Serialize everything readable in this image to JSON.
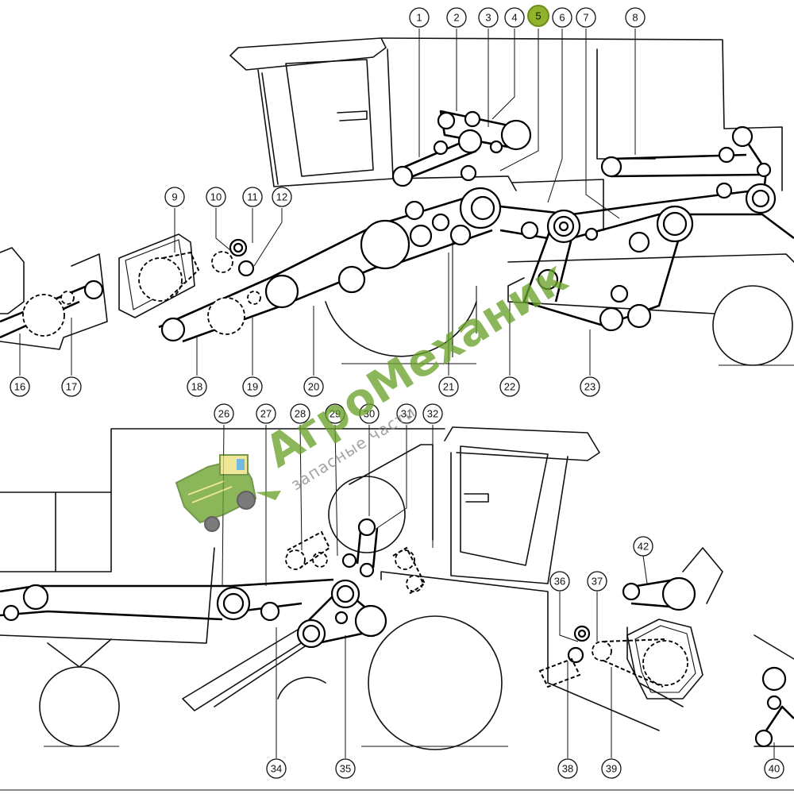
{
  "callouts_top": [
    "1",
    "2",
    "3",
    "4",
    "5",
    "6",
    "7",
    "8",
    "9",
    "10",
    "11",
    "12",
    "16",
    "17",
    "18",
    "19",
    "20",
    "21",
    "22",
    "23"
  ],
  "callouts_bottom": [
    "26",
    "27",
    "28",
    "29",
    "30",
    "31",
    "32",
    "34",
    "35",
    "36",
    "37",
    "38",
    "39",
    "40",
    "42"
  ],
  "highlighted": "5",
  "colors": {
    "highlight": "#8fb32a",
    "watermark_green": "#6aa12a",
    "watermark_gray": "#8a8a8a"
  },
  "watermark": {
    "brand": "АгроМеханик",
    "tagline": "запасные части",
    "logo_icon": "combine-harvester-icon"
  }
}
